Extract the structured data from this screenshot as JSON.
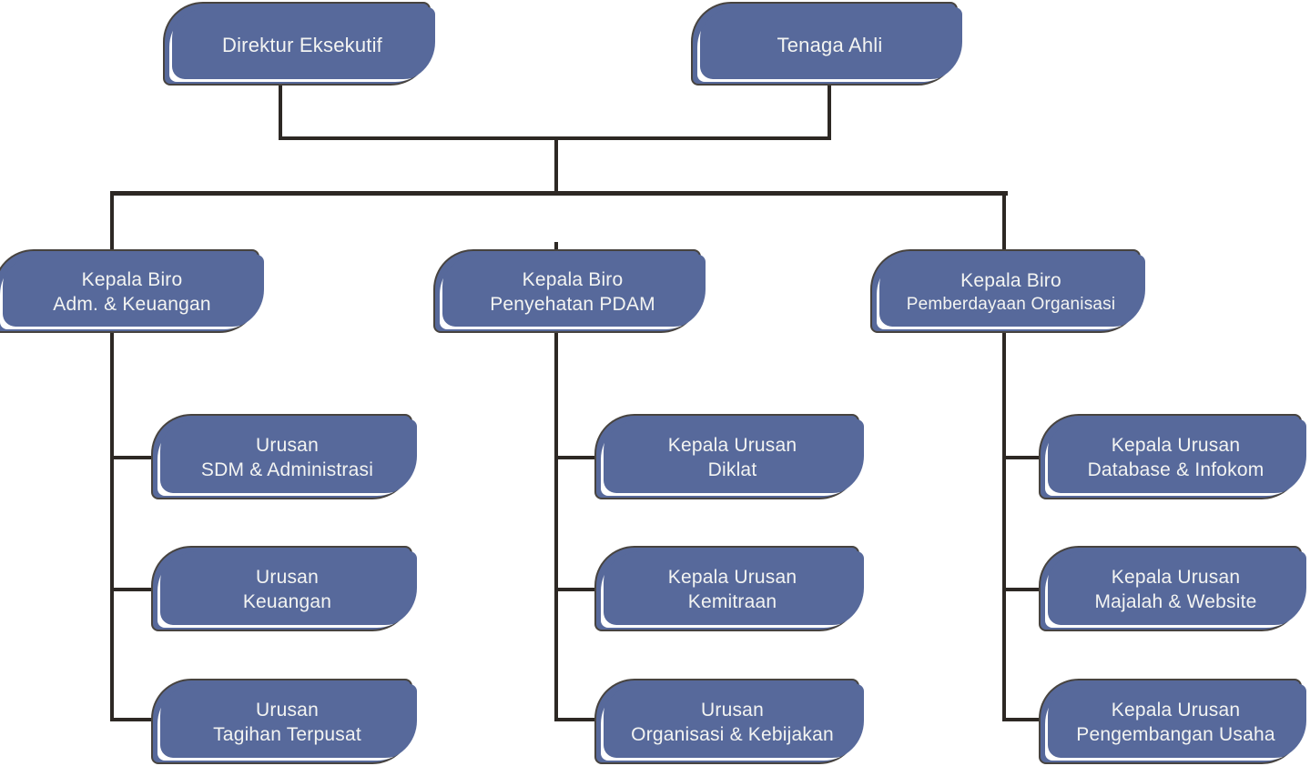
{
  "diagram": {
    "type": "organizational-chart",
    "language": "Indonesian"
  },
  "colors": {
    "node_fill": "#57699b",
    "node_outline": "#47433f",
    "node_text": "#f3f4f2",
    "connector": "#2d2824",
    "background": "#ffffff"
  },
  "nodes": {
    "direktur": {
      "lines": [
        "Direktur Eksekutif"
      ],
      "level": 1,
      "parent": null
    },
    "tenaga": {
      "lines": [
        "Tenaga Ahli"
      ],
      "level": 1,
      "parent": null
    },
    "biro1": {
      "lines": [
        "Kepala Biro",
        "Adm. & Keuangan"
      ],
      "level": 2,
      "parent": "direktur"
    },
    "biro2": {
      "lines": [
        "Kepala Biro",
        "Penyehatan PDAM"
      ],
      "level": 2,
      "parent": "direktur"
    },
    "biro3": {
      "lines": [
        "Kepala Biro",
        "Pemberdayaan Organisasi"
      ],
      "level": 2,
      "parent": "direktur"
    },
    "u11": {
      "lines": [
        "Urusan",
        "SDM & Administrasi"
      ],
      "level": 3,
      "parent": "biro1"
    },
    "u12": {
      "lines": [
        "Urusan",
        "Keuangan"
      ],
      "level": 3,
      "parent": "biro1"
    },
    "u13": {
      "lines": [
        "Urusan",
        "Tagihan Terpusat"
      ],
      "level": 3,
      "parent": "biro1"
    },
    "u21": {
      "lines": [
        "Kepala Urusan",
        "Diklat"
      ],
      "level": 3,
      "parent": "biro2"
    },
    "u22": {
      "lines": [
        "Kepala Urusan",
        "Kemitraan"
      ],
      "level": 3,
      "parent": "biro2"
    },
    "u23": {
      "lines": [
        "Urusan",
        "Organisasi & Kebijakan"
      ],
      "level": 3,
      "parent": "biro2"
    },
    "u31": {
      "lines": [
        "Kepala Urusan",
        "Database & Infokom"
      ],
      "level": 3,
      "parent": "biro3"
    },
    "u32": {
      "lines": [
        "Kepala Urusan",
        "Majalah & Website"
      ],
      "level": 3,
      "parent": "biro3"
    },
    "u33": {
      "lines": [
        "Kepala Urusan",
        "Pengembangan Usaha"
      ],
      "level": 3,
      "parent": "biro3"
    }
  }
}
